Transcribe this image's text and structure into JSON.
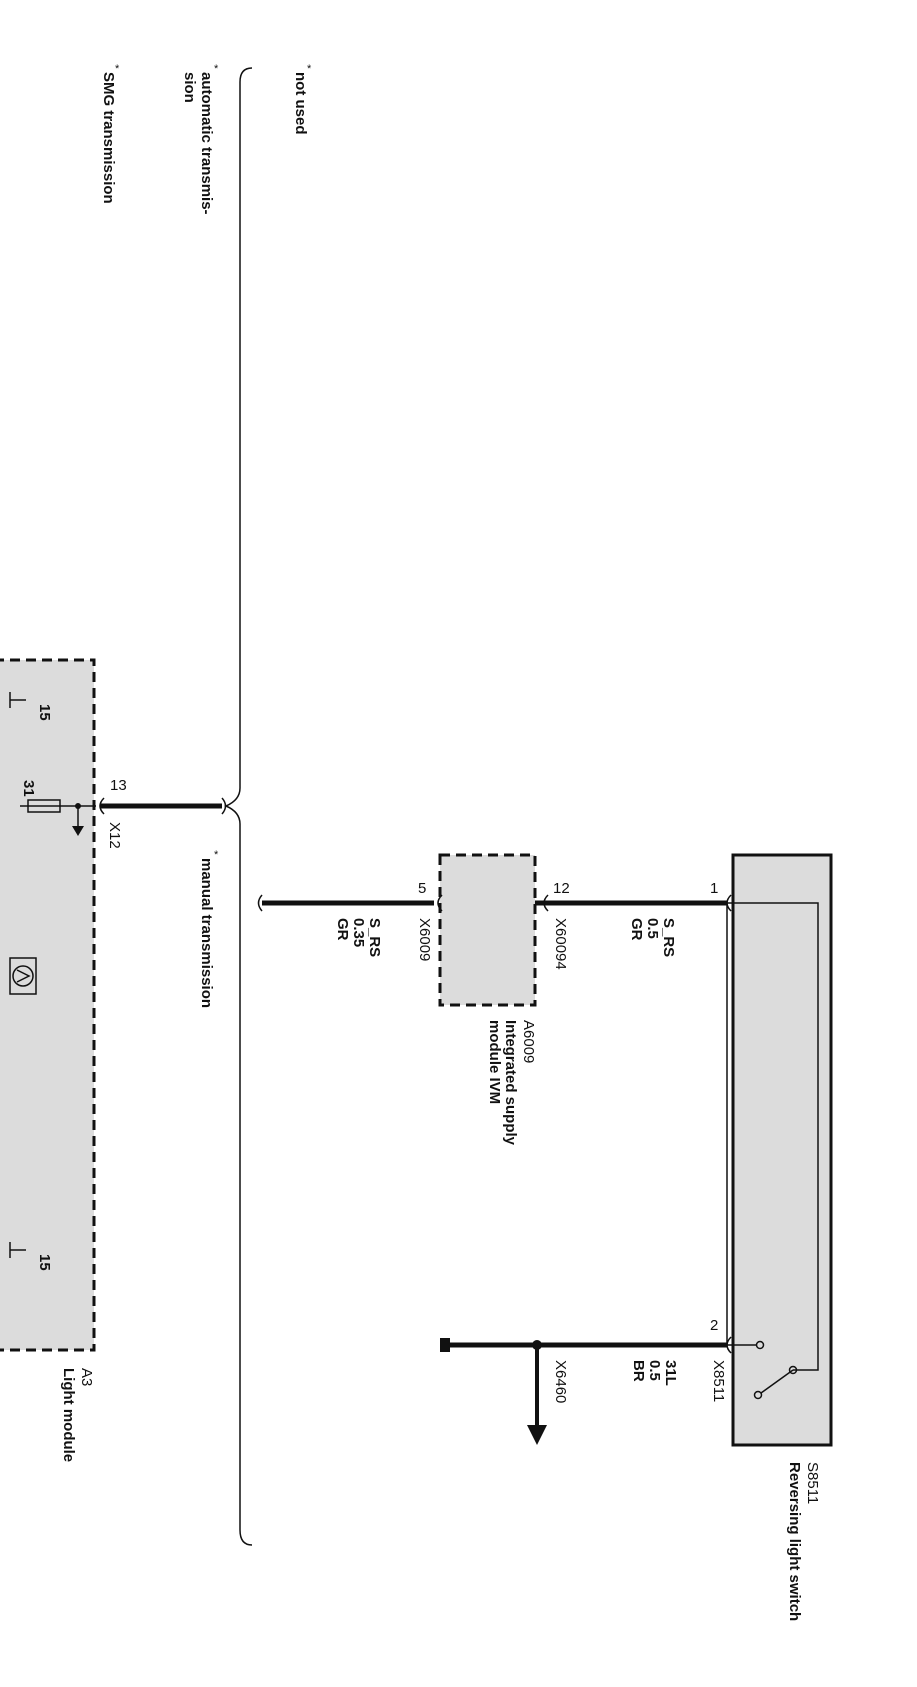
{
  "notes": {
    "marker": "*",
    "not_used": "not used",
    "automatic": "automatic transmis-",
    "automatic_cont": "sion",
    "smg": "SMG transmission",
    "manual": "manual transmission"
  },
  "switch": {
    "id": "S8511",
    "name": "Reversing light switch",
    "pin1": "1",
    "pin2": "2",
    "connector": "X8511"
  },
  "wire_top": {
    "signal": "S_RS",
    "size": "0.5",
    "color": "GR"
  },
  "wire_ground": {
    "signal": "31L",
    "size": "0.5",
    "color": "BR",
    "connector": "X6460"
  },
  "module_ivm": {
    "id": "A6009",
    "name_line1": "Integrated supply",
    "name_line2": "module IVM",
    "pin_in": "12",
    "connector_in": "X60094",
    "pin_out": "5",
    "connector_out": "X6009"
  },
  "wire_out": {
    "signal": "S_RS",
    "size": "0.35",
    "color": "GR"
  },
  "light_module": {
    "id": "A3",
    "name": "Light module",
    "pin": "13",
    "connector": "X12",
    "terminal_a": "15",
    "terminal_b": "31",
    "terminal_c": "15"
  }
}
